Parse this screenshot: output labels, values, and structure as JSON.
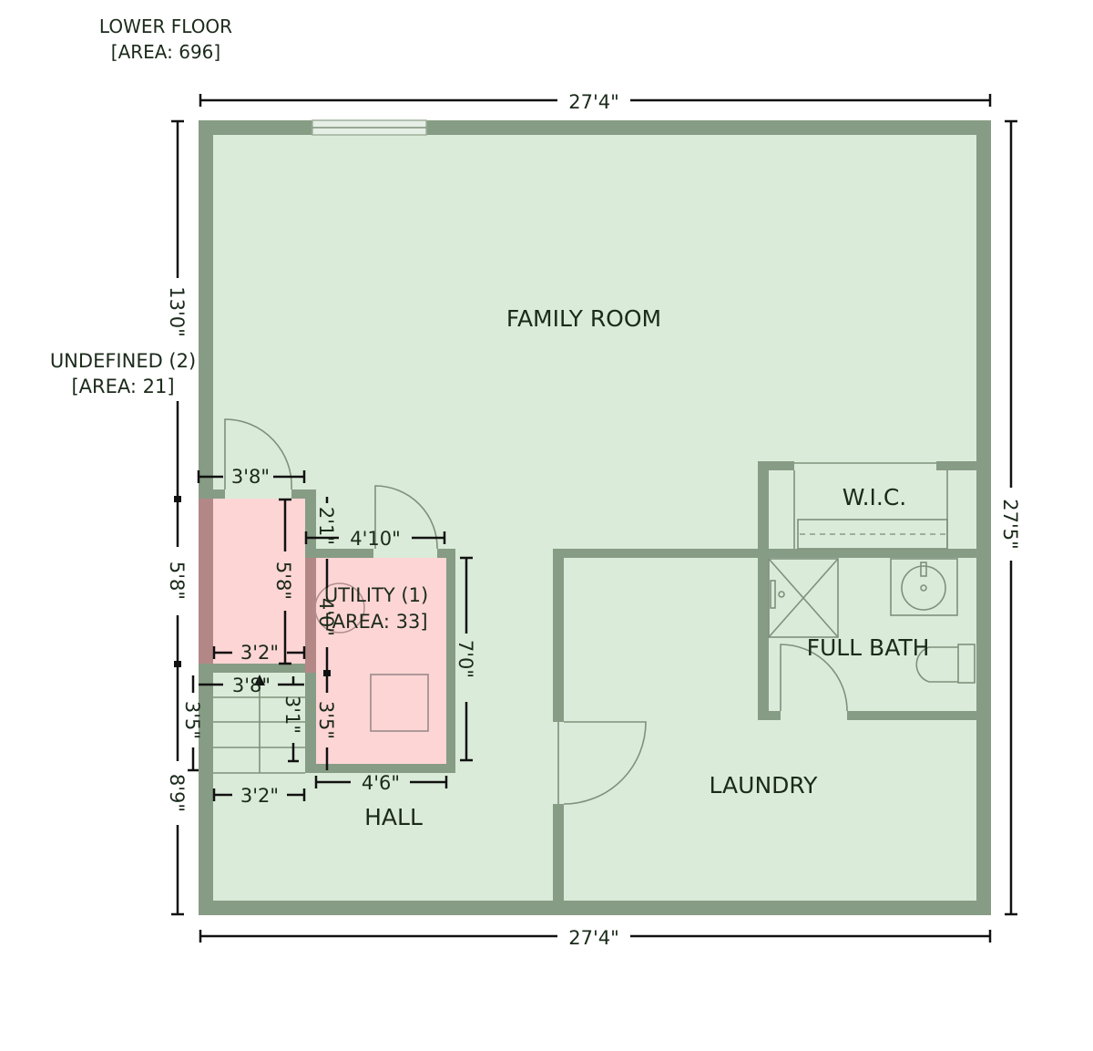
{
  "header": {
    "floor_name": "LOWER FLOOR",
    "floor_area": "[AREA: 696]"
  },
  "rooms": {
    "family_room": "FAMILY ROOM",
    "wic": "W.I.C.",
    "full_bath": "FULL BATH",
    "laundry": "LAUNDRY",
    "hall": "HALL",
    "utility_name": "UTILITY (1)",
    "utility_area": "[AREA: 33]",
    "undefined_name": "UNDEFINED (2)",
    "undefined_area": "[AREA: 21]"
  },
  "dimensions": {
    "top_width": "27'4\"",
    "bottom_width": "27'4\"",
    "right_height": "27'5\"",
    "left_upper": "13'0\"",
    "left_middle": "5'8\"",
    "left_lower": "8'9\"",
    "undefined_top_width": "3'8\"",
    "undefined_height": "5'8\"",
    "undefined_inner_width": "3'2\"",
    "utility_top_offset": "2'1\"",
    "utility_top_width": "4'10\"",
    "utility_height": "7'0\"",
    "utility_inner_left": "4'0\"",
    "utility_lower_left": "3'5\"",
    "utility_bottom_width": "4'6\"",
    "stair_top_width": "3'8\"",
    "stair_height_left": "3'5\"",
    "stair_height_right": "3'1\"",
    "stair_bottom_width": "3'2\""
  },
  "colors": {
    "wall": "#879c84",
    "floor": "#dbebd9",
    "highlight": "#fdd5d5"
  }
}
